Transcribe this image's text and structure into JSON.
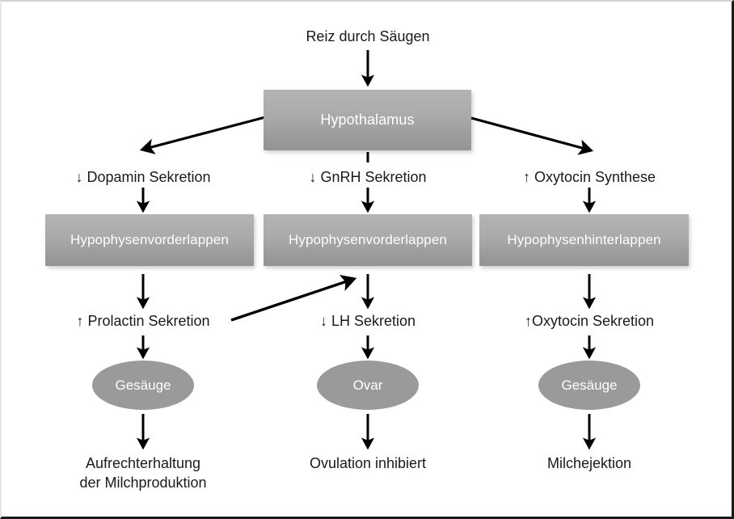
{
  "diagram": {
    "title_text": "Reiz durch Säugen",
    "colors": {
      "box_fill_top": "#b4b4b4",
      "box_fill_bottom": "#949494",
      "ellipse_fill": "#9a9a9a",
      "node_text": "#ffffff",
      "label_text": "#1a1a1a",
      "arrow": "#000000",
      "frame_border": "#1a1a1a",
      "background": "#ffffff"
    },
    "top_stimulus": {
      "label": "Reiz durch Säugen"
    },
    "hypothalamus": {
      "label": "Hypothalamus"
    },
    "pathway_labels_row1": [
      {
        "label": "↓ Dopamin Sekretion"
      },
      {
        "label": "↓ GnRH Sekretion"
      },
      {
        "label": "↑ Oxytocin Synthese"
      }
    ],
    "gland_boxes": [
      {
        "label": "Hypophysenvorderlappen"
      },
      {
        "label": "Hypophysenvorderlappen"
      },
      {
        "label": "Hypophysenhinterlappen"
      }
    ],
    "pathway_labels_row2": [
      {
        "label": "↑ Prolactin Sekretion"
      },
      {
        "label": "↓ LH Sekretion"
      },
      {
        "label": "↑Oxytocin Sekretion"
      }
    ],
    "target_organs": [
      {
        "label": "Gesäuge"
      },
      {
        "label": "Ovar"
      },
      {
        "label": "Gesäuge"
      }
    ],
    "outcomes": [
      {
        "label": "Aufrechterhaltung\nder Milchproduktion"
      },
      {
        "label": "Ovulation inhibiert"
      },
      {
        "label": "Milchejektion"
      }
    ]
  }
}
